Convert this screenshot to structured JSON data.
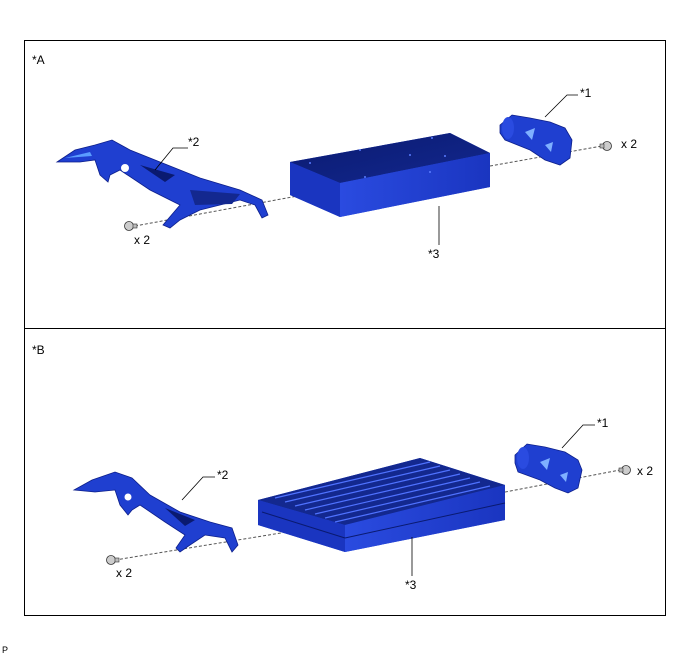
{
  "panels": [
    {
      "id": "A",
      "label": "*A",
      "callouts": {
        "part1": "*1",
        "part2": "*2",
        "part3": "*3"
      },
      "bolt_qty_left": "x 2",
      "bolt_qty_right": "x 2"
    },
    {
      "id": "B",
      "label": "*B",
      "callouts": {
        "part1": "*1",
        "part2": "*2",
        "part3": "*3"
      },
      "bolt_qty_left": "x 2",
      "bolt_qty_right": "x 2"
    }
  ],
  "footer_code": "P",
  "colors": {
    "part_blue": "#1f3fd0",
    "part_dark": "#0d1f8a",
    "part_light": "#5a7dff",
    "frame": "#000000"
  }
}
